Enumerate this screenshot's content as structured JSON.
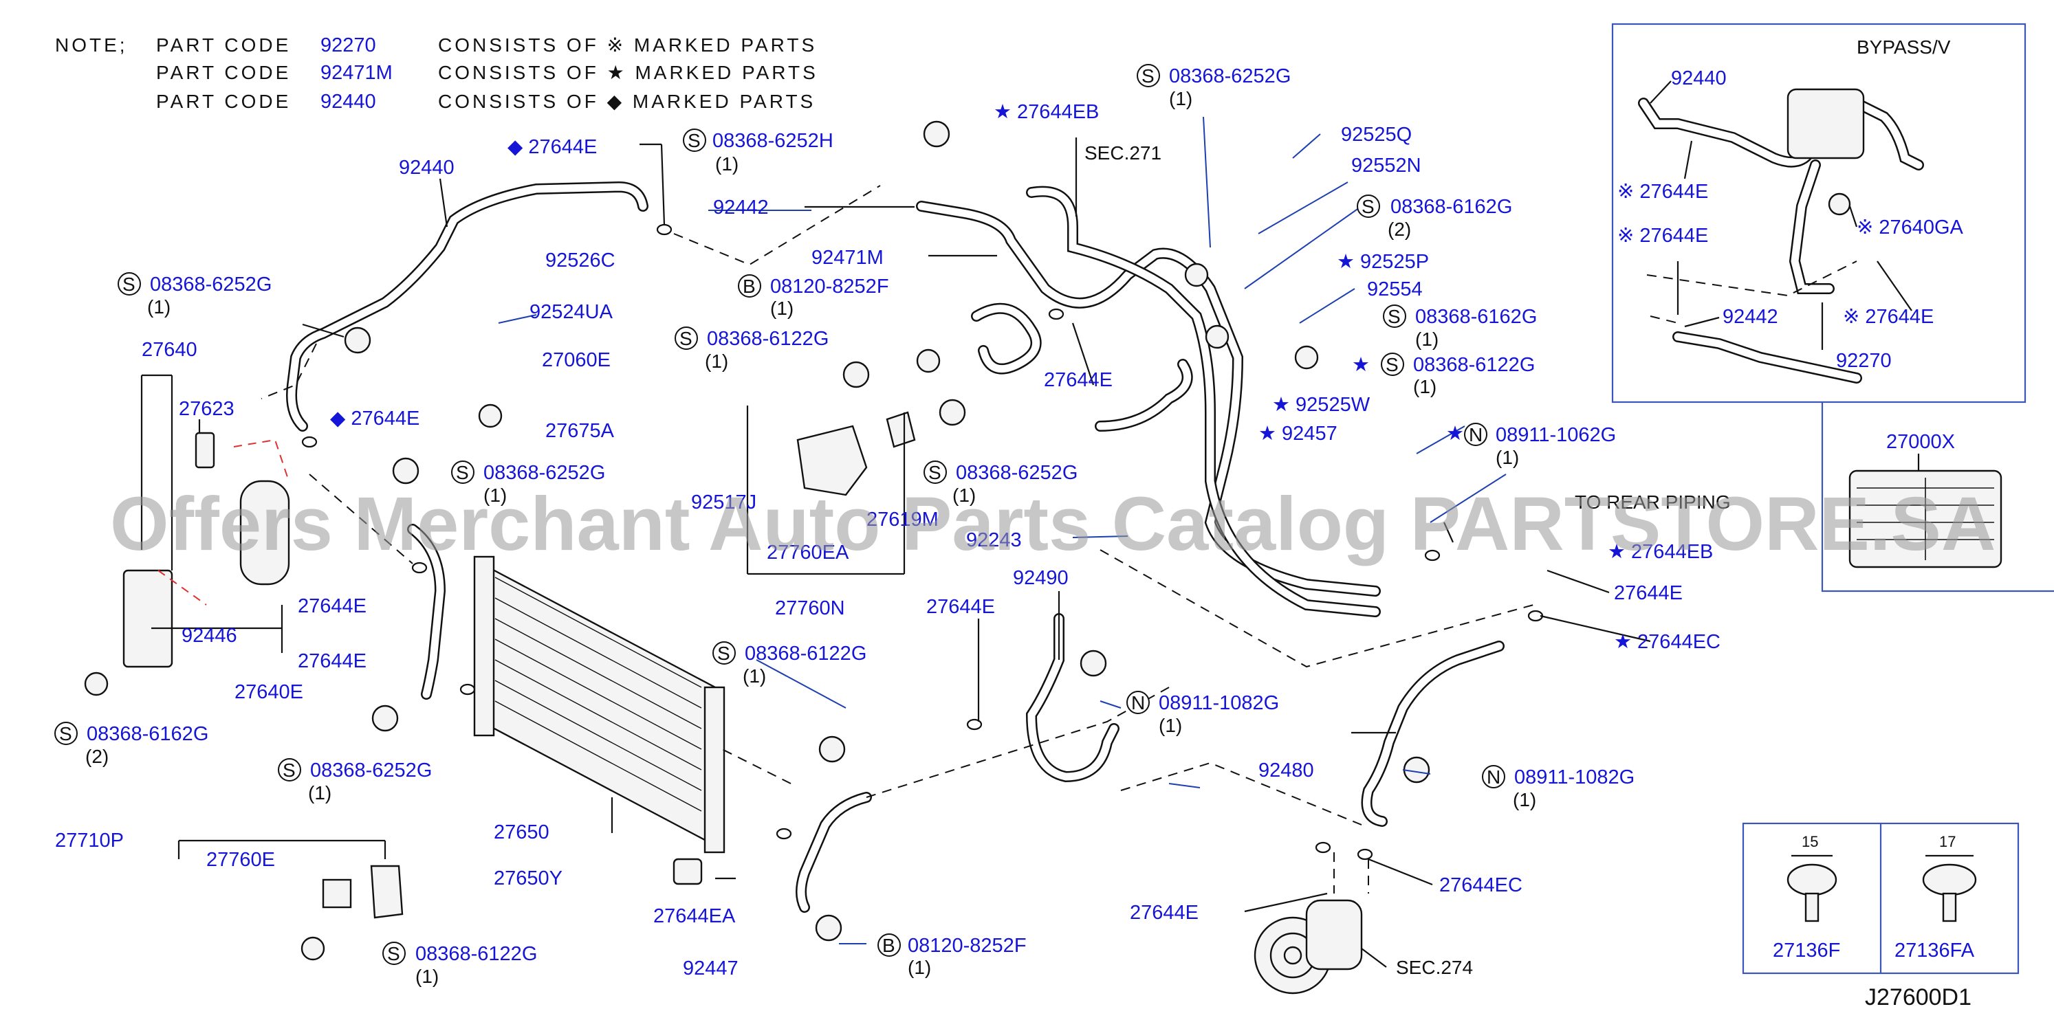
{
  "notes": {
    "prefix": "NOTE;",
    "rows": [
      {
        "label": "PART CODE",
        "code": "92270",
        "text": "CONSISTS OF ※ MARKED PARTS"
      },
      {
        "label": "PART CODE",
        "code": "92471M",
        "text": "CONSISTS OF ★ MARKED PARTS"
      },
      {
        "label": "PART CODE",
        "code": "92440",
        "text": "CONSISTS OF ◆ MARKED PARTS"
      }
    ]
  },
  "callouts": [
    {
      "id": "c1",
      "text": "◆ 27644E"
    },
    {
      "id": "c2",
      "text": "08368-6252H"
    },
    {
      "id": "c2q",
      "text": "(1)"
    },
    {
      "id": "c3",
      "text": "92440"
    },
    {
      "id": "c4",
      "text": "92442"
    },
    {
      "id": "c5",
      "text": "92526C"
    },
    {
      "id": "c6",
      "text": "08368-6252G"
    },
    {
      "id": "c6q",
      "text": "(1)"
    },
    {
      "id": "c7",
      "text": "92524UA"
    },
    {
      "id": "c8",
      "text": "27640"
    },
    {
      "id": "c9",
      "text": "27060E"
    },
    {
      "id": "c10",
      "text": "27623"
    },
    {
      "id": "c11",
      "text": "◆ 27644E"
    },
    {
      "id": "c12",
      "text": "27675A"
    },
    {
      "id": "c13",
      "text": "08368-6252G"
    },
    {
      "id": "c13q",
      "text": "(1)"
    },
    {
      "id": "c14",
      "text": "27644E"
    },
    {
      "id": "c15",
      "text": "92446"
    },
    {
      "id": "c16",
      "text": "27644E"
    },
    {
      "id": "c17",
      "text": "27640E"
    },
    {
      "id": "c18",
      "text": "08368-6162G"
    },
    {
      "id": "c18q",
      "text": "(2)"
    },
    {
      "id": "c19",
      "text": "08368-6252G"
    },
    {
      "id": "c19q",
      "text": "(1)"
    },
    {
      "id": "c20",
      "text": "27710P"
    },
    {
      "id": "c21",
      "text": "27760E"
    },
    {
      "id": "c22",
      "text": "27650"
    },
    {
      "id": "c23",
      "text": "27650Y"
    },
    {
      "id": "c24",
      "text": "27644EA"
    },
    {
      "id": "c25",
      "text": "08368-6122G"
    },
    {
      "id": "c25q",
      "text": "(1)"
    },
    {
      "id": "c26",
      "text": "92447"
    },
    {
      "id": "c27",
      "text": "08120-8252F"
    },
    {
      "id": "c27q",
      "text": "(1)"
    },
    {
      "id": "c28",
      "text": "08368-6122G"
    },
    {
      "id": "c28q",
      "text": "(1)"
    },
    {
      "id": "c29",
      "text": "27644E"
    },
    {
      "id": "c30",
      "text": "92490"
    },
    {
      "id": "c31",
      "text": "27760N"
    },
    {
      "id": "c32",
      "text": "27760EA"
    },
    {
      "id": "c33",
      "text": "92517J"
    },
    {
      "id": "c34",
      "text": "27619M"
    },
    {
      "id": "c35",
      "text": "08368-6252G"
    },
    {
      "id": "c35q",
      "text": "(1)"
    },
    {
      "id": "c36",
      "text": "08368-6122G"
    },
    {
      "id": "c36q",
      "text": "(1)"
    },
    {
      "id": "c37",
      "text": "08120-8252F"
    },
    {
      "id": "c37q",
      "text": "(1)"
    },
    {
      "id": "c38",
      "text": "92471M"
    },
    {
      "id": "c39",
      "text": "★ 27644EB"
    },
    {
      "id": "c40",
      "text": "SEC.271"
    },
    {
      "id": "c41",
      "text": "27644E"
    },
    {
      "id": "c42",
      "text": "08368-6252G"
    },
    {
      "id": "c42q",
      "text": "(1)"
    },
    {
      "id": "c43",
      "text": "92525Q"
    },
    {
      "id": "c44",
      "text": "92552N"
    },
    {
      "id": "c45",
      "text": "08368-6162G"
    },
    {
      "id": "c45q",
      "text": "(2)"
    },
    {
      "id": "c46",
      "text": "★ 92525P"
    },
    {
      "id": "c47",
      "text": "92554"
    },
    {
      "id": "c48",
      "text": "08368-6162G"
    },
    {
      "id": "c48q",
      "text": "(1)"
    },
    {
      "id": "c49",
      "text": "★"
    },
    {
      "id": "c50",
      "text": "08368-6122G"
    },
    {
      "id": "c50q",
      "text": "(1)"
    },
    {
      "id": "c51",
      "text": "★ 92525W"
    },
    {
      "id": "c52",
      "text": "★ 92457"
    },
    {
      "id": "c53",
      "text": "★"
    },
    {
      "id": "c54",
      "text": "08911-1062G"
    },
    {
      "id": "c54q",
      "text": "(1)"
    },
    {
      "id": "c55",
      "text": "TO REAR PIPING"
    },
    {
      "id": "c56",
      "text": "92243"
    },
    {
      "id": "c57",
      "text": "★ 27644EB"
    },
    {
      "id": "c58",
      "text": "27644E"
    },
    {
      "id": "c59",
      "text": "★ 27644EC"
    },
    {
      "id": "c60",
      "text": "08911-1082G"
    },
    {
      "id": "c60q",
      "text": "(1)"
    },
    {
      "id": "c61",
      "text": "92480"
    },
    {
      "id": "c62",
      "text": "08911-1082G"
    },
    {
      "id": "c62q",
      "text": "(1)"
    },
    {
      "id": "c63",
      "text": "27644EC"
    },
    {
      "id": "c64",
      "text": "27644E"
    },
    {
      "id": "c65",
      "text": "SEC.274"
    }
  ],
  "bypass_panel": {
    "title": "BYPASS/V",
    "labels": [
      {
        "id": "b1",
        "text": "92440"
      },
      {
        "id": "b2",
        "text": "※ 27644E"
      },
      {
        "id": "b3",
        "text": "※ 27640GA"
      },
      {
        "id": "b4",
        "text": "※ 27644E"
      },
      {
        "id": "b5",
        "text": "92442"
      },
      {
        "id": "b6",
        "text": "※ 27644E"
      },
      {
        "id": "b7",
        "text": "92270"
      }
    ]
  },
  "filter_box": {
    "label": "27000X"
  },
  "clips_box": {
    "left": {
      "dim": "15",
      "label": "27136F"
    },
    "right": {
      "dim": "17",
      "label": "27136FA"
    }
  },
  "watermark": "Offers Merchant Auto Parts Catalog PARTSTORE.SA",
  "diagram_code": "J27600D1",
  "colors": {
    "label_blue": "#1515d8",
    "leader_blue": "#1d3fb0",
    "line": "#111111"
  }
}
